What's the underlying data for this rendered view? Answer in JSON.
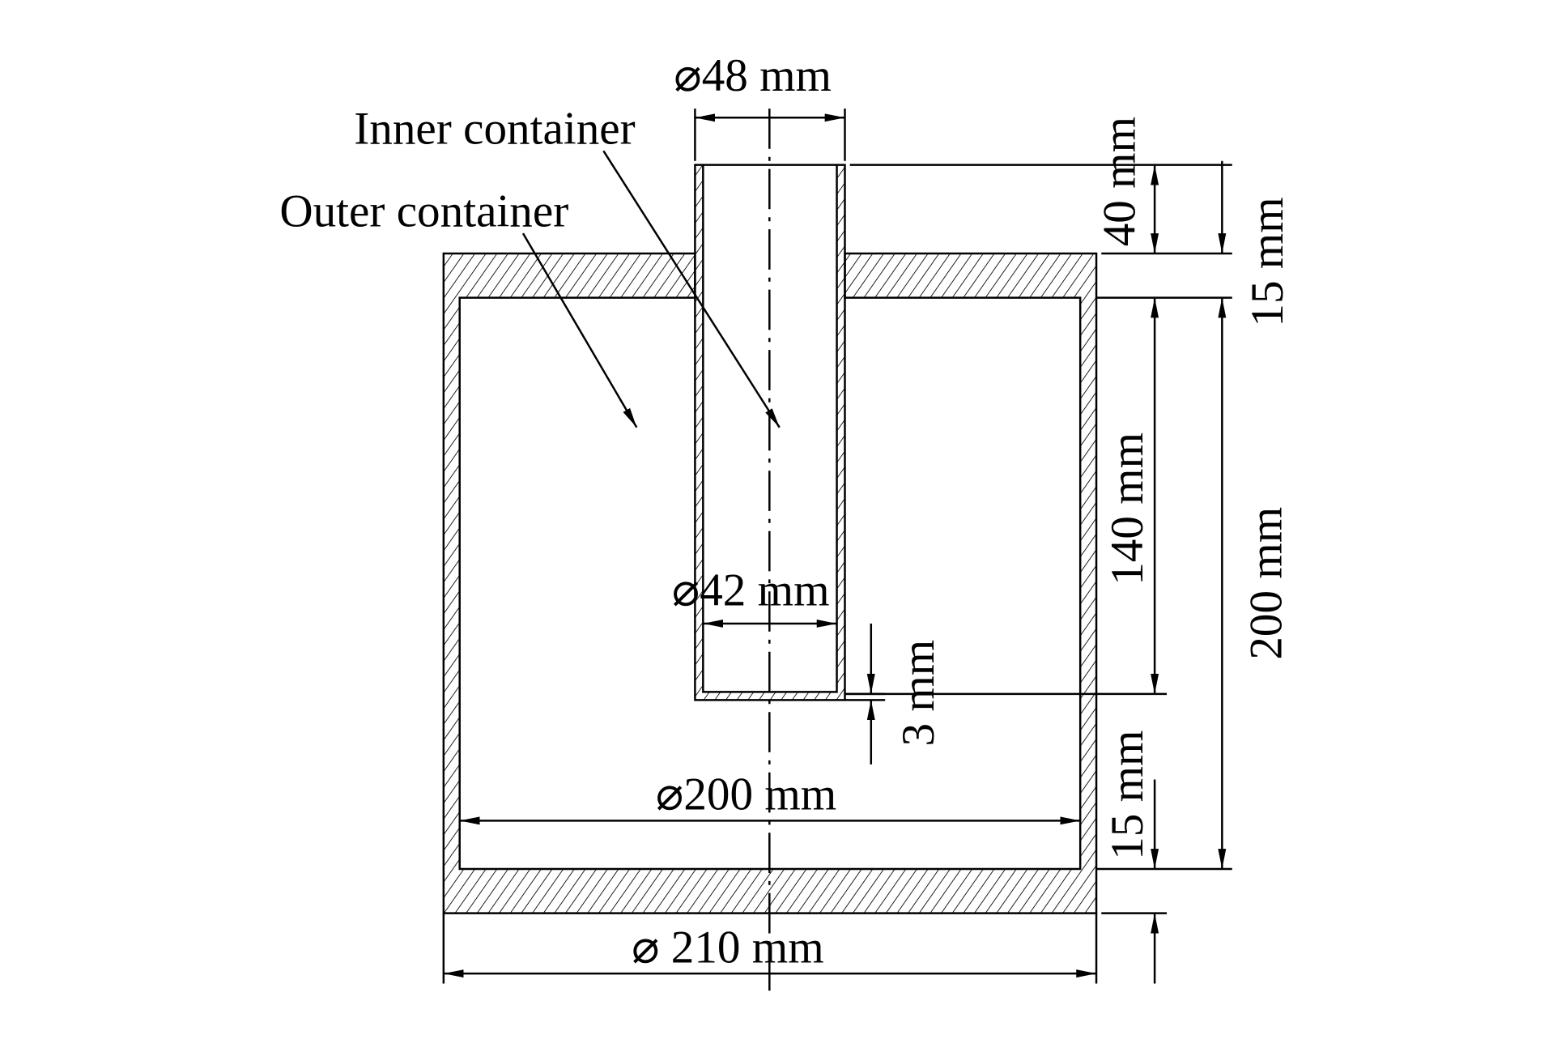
{
  "labels": {
    "inner_container": "Inner container",
    "outer_container": "Outer container"
  },
  "dimensions": {
    "inner_outer_diameter": "⌀48 mm",
    "inner_inner_diameter": "⌀42 mm",
    "outer_inner_diameter": "⌀200 mm",
    "outer_outer_diameter": "⌀ 210 mm",
    "tube_protrusion": "40 mm",
    "top_wall": "15 mm",
    "inner_depth": "140 mm",
    "outer_height": "200 mm",
    "bottom_wall": "15 mm",
    "inner_bottom": "3 mm"
  }
}
